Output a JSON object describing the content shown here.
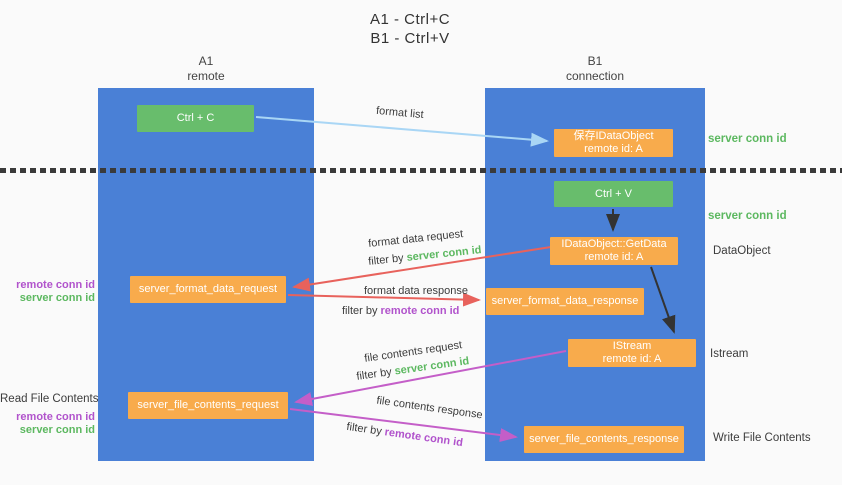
{
  "title": {
    "line1": "A1 - Ctrl+C",
    "line2": "B1 - Ctrl+V"
  },
  "lanes": {
    "left": {
      "id": "A1",
      "role": "remote"
    },
    "right": {
      "id": "B1",
      "role": "connection"
    }
  },
  "nodes": {
    "ctrl_c": "Ctrl + C",
    "ctrl_v": "Ctrl + V",
    "save_idataobject": {
      "line1": "保存IDataObject",
      "line2": "remote id: A"
    },
    "getdata": {
      "line1": "IDataObject::GetData",
      "line2": "remote id: A"
    },
    "istream": {
      "line1": "IStream",
      "line2": "remote id: A"
    },
    "format_request": "server_format_data_request",
    "format_response": "server_format_data_response",
    "file_request": "server_file_contents_request",
    "file_response": "server_file_contents_response"
  },
  "labels": {
    "format_list": "format list",
    "format_data_request": "format data request",
    "format_data_response": "format data response",
    "file_contents_request": "file contents request",
    "file_contents_response": "file contents response",
    "filter_by": "filter by",
    "server_conn_id": "server conn id",
    "remote_conn_id": "remote conn id"
  },
  "annotations": {
    "right_top": "server conn id",
    "right_mid": "server conn id",
    "dataobject": "DataObject",
    "istream": "Istream",
    "write_file_contents": "Write File Contents",
    "read_file_contents": "Read File Contents",
    "left_remote_conn_id": "remote conn id",
    "left_server_conn_id": "server conn id"
  },
  "colors": {
    "lane": "#4a80d6",
    "green": "#68bd6c",
    "orange": "#f8ab4c",
    "arrow_blue": "#a9d6f5",
    "arrow_red": "#e8625c",
    "arrow_magenta": "#c45ec8",
    "arrow_black": "#333333",
    "text_green": "#5cb860",
    "text_purple": "#b153cc",
    "text_dark": "#3c3c3c"
  }
}
